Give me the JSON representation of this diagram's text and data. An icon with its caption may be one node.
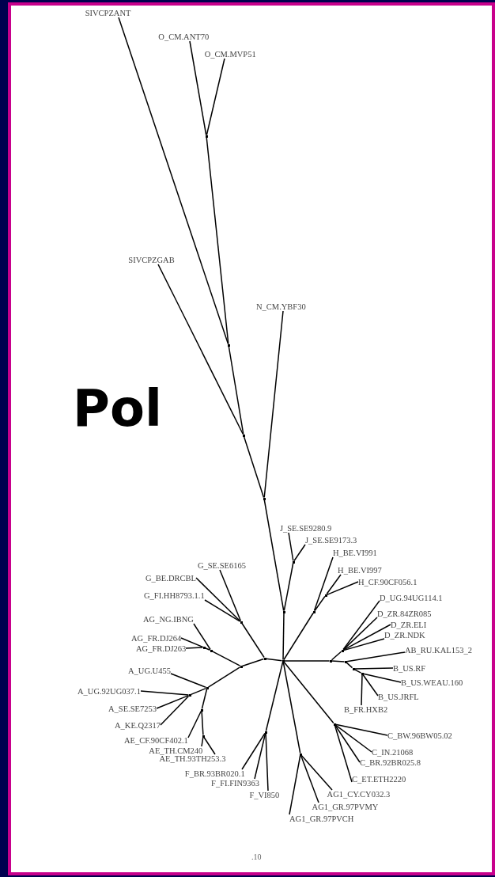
{
  "diagram": {
    "title": "Pol",
    "nodes": [
      {
        "text": [
          "SIVCPZANT"
        ]
      },
      {
        "text": [
          "O_CM.ANT70"
        ]
      },
      {
        "text": [
          "O_CM.MVP51"
        ]
      },
      {
        "text": [
          "SIVCPZGAB"
        ]
      },
      {
        "text": [
          "N_CM.YBF30"
        ]
      },
      {
        "text": [
          "J_SE.SE9280.9"
        ]
      },
      {
        "text": [
          "J_SE.SE9173.3"
        ]
      },
      {
        "text": [
          "H_BE.VI991"
        ]
      },
      {
        "text": [
          "G_SE.SE6165"
        ]
      },
      {
        "text": [
          "H_BE.VI997"
        ]
      },
      {
        "text": [
          "H_CF.90CF056.1"
        ]
      },
      {
        "text": [
          "G_BE.DRCBL"
        ]
      },
      {
        "text": [
          "G_FI.HH8793.1.1"
        ]
      },
      {
        "text": [
          "D_UG.94UG114.1"
        ]
      },
      {
        "text": [
          "D_ZR.84ZR085"
        ]
      },
      {
        "text": [
          "AG_NG.IBNG"
        ]
      },
      {
        "text": [
          "D_ZR.ELI"
        ]
      },
      {
        "text": [
          "AG_FR.DJ264"
        ]
      },
      {
        "text": [
          "D_ZR.NDK"
        ]
      },
      {
        "text": [
          "AG_FR.DJ263"
        ]
      },
      {
        "text": [
          "AB_RU.KAL153_2"
        ]
      },
      {
        "text": [
          "A_UG.U455"
        ]
      },
      {
        "text": [
          "B_US.RF"
        ]
      },
      {
        "text": [
          "B_US.WEAU.160"
        ]
      },
      {
        "text": [
          "A_UG.92UG037.1"
        ]
      },
      {
        "text": [
          "B_US.JRFL"
        ]
      },
      {
        "text": [
          "A_SE.SE7253"
        ]
      },
      {
        "text": [
          "B_FR.HXB2"
        ]
      },
      {
        "text": [
          "A_KE.Q2317"
        ]
      },
      {
        "text": [
          "C_BW.96BW05.02"
        ]
      },
      {
        "text": [
          "AE_CF.90CF402.1"
        ]
      },
      {
        "text": [
          "AE_TH.CM240"
        ]
      },
      {
        "text": [
          "C_IN.21068"
        ]
      },
      {
        "text": [
          "AE_TH.93TH253.3"
        ]
      },
      {
        "text": [
          "C_BR.92BR025.8"
        ]
      },
      {
        "text": [
          "F_BR.93BR020.1"
        ]
      },
      {
        "text": [
          "F_FI.FIN9363"
        ]
      },
      {
        "text": [
          "C_ET.ETH2220"
        ]
      },
      {
        "text": [
          "AG1_CY.CY032.3"
        ]
      },
      {
        "text": [
          "F_VI850"
        ]
      },
      {
        "text": [
          "AG1_GR.97PVMY"
        ]
      },
      {
        "text": [
          "AG1_GR.97PVCH"
        ]
      },
      {
        "text": [],
        "shape": "point"
      },
      {
        "text": [],
        "shape": "point"
      },
      {
        "text": [],
        "shape": "point"
      },
      {
        "text": [],
        "shape": "point"
      },
      {
        "text": [],
        "shape": "point"
      },
      {
        "text": [],
        "shape": "point"
      },
      {
        "text": [],
        "shape": "point"
      },
      {
        "text": [],
        "shape": "point"
      },
      {
        "text": [],
        "shape": "point"
      },
      {
        "text": [],
        "shape": "point"
      },
      {
        "text": [],
        "shape": "point"
      },
      {
        "text": [],
        "shape": "point"
      },
      {
        "text": [],
        "shape": "point"
      },
      {
        "text": [],
        "shape": "point"
      },
      {
        "text": [],
        "shape": "point"
      },
      {
        "text": [],
        "shape": "point"
      },
      {
        "text": [],
        "shape": "point"
      },
      {
        "text": [],
        "shape": "point"
      },
      {
        "text": [],
        "shape": "point"
      },
      {
        "text": [],
        "shape": "point"
      },
      {
        "text": [],
        "shape": "point"
      },
      {
        "text": [],
        "shape": "point"
      },
      {
        "text": [],
        "shape": "point"
      },
      {
        "text": [],
        "shape": "point"
      },
      {
        "text": [],
        "shape": "point"
      },
      {
        "text": [],
        "shape": "point"
      }
    ],
    "edges": [
      {
        "from": 42,
        "to": 1,
        "arrow": "none"
      },
      {
        "from": 42,
        "to": 2,
        "arrow": "none"
      },
      {
        "from": 43,
        "to": 0,
        "arrow": "none"
      },
      {
        "from": 43,
        "to": 42,
        "arrow": "none"
      },
      {
        "from": 44,
        "to": 43,
        "arrow": "none"
      },
      {
        "from": 44,
        "to": 3,
        "arrow": "none"
      },
      {
        "from": 45,
        "to": 44,
        "arrow": "none"
      },
      {
        "from": 45,
        "to": 4,
        "arrow": "none"
      },
      {
        "from": 47,
        "to": 45,
        "arrow": "none"
      },
      {
        "from": 46,
        "to": 5,
        "arrow": "none"
      },
      {
        "from": 46,
        "to": 6,
        "arrow": "none"
      },
      {
        "from": 47,
        "to": 46,
        "arrow": "none"
      },
      {
        "from": 51,
        "to": 47,
        "arrow": "none"
      },
      {
        "from": 51,
        "to": 48,
        "arrow": "none"
      },
      {
        "from": 48,
        "to": 7,
        "arrow": "none"
      },
      {
        "from": 48,
        "to": 49,
        "arrow": "none"
      },
      {
        "from": 49,
        "to": 9,
        "arrow": "none"
      },
      {
        "from": 49,
        "to": 10,
        "arrow": "none"
      },
      {
        "from": 51,
        "to": 52,
        "arrow": "none"
      },
      {
        "from": 52,
        "to": 50,
        "arrow": "none"
      },
      {
        "from": 50,
        "to": 8,
        "arrow": "none"
      },
      {
        "from": 50,
        "to": 11,
        "arrow": "none"
      },
      {
        "from": 50,
        "to": 12,
        "arrow": "none"
      },
      {
        "from": 52,
        "to": 53,
        "arrow": "none"
      },
      {
        "from": 53,
        "to": 54,
        "arrow": "none"
      },
      {
        "from": 54,
        "to": 15,
        "arrow": "none"
      },
      {
        "from": 54,
        "to": 55,
        "arrow": "none"
      },
      {
        "from": 55,
        "to": 17,
        "arrow": "none"
      },
      {
        "from": 55,
        "to": 19,
        "arrow": "none"
      },
      {
        "from": 53,
        "to": 61,
        "arrow": "none"
      },
      {
        "from": 61,
        "to": 21,
        "arrow": "none"
      },
      {
        "from": 61,
        "to": 62,
        "arrow": "none"
      },
      {
        "from": 62,
        "to": 24,
        "arrow": "none"
      },
      {
        "from": 62,
        "to": 26,
        "arrow": "none"
      },
      {
        "from": 62,
        "to": 28,
        "arrow": "none"
      },
      {
        "from": 61,
        "to": 63,
        "arrow": "none"
      },
      {
        "from": 63,
        "to": 30,
        "arrow": "none"
      },
      {
        "from": 63,
        "to": 64,
        "arrow": "none"
      },
      {
        "from": 64,
        "to": 31,
        "arrow": "none"
      },
      {
        "from": 64,
        "to": 33,
        "arrow": "none"
      },
      {
        "from": 51,
        "to": 56,
        "arrow": "none"
      },
      {
        "from": 56,
        "to": 57,
        "arrow": "none"
      },
      {
        "from": 57,
        "to": 13,
        "arrow": "none"
      },
      {
        "from": 57,
        "to": 14,
        "arrow": "none"
      },
      {
        "from": 57,
        "to": 16,
        "arrow": "none"
      },
      {
        "from": 57,
        "to": 18,
        "arrow": "none"
      },
      {
        "from": 56,
        "to": 58,
        "arrow": "none"
      },
      {
        "from": 58,
        "to": 20,
        "arrow": "none"
      },
      {
        "from": 58,
        "to": 59,
        "arrow": "none"
      },
      {
        "from": 59,
        "to": 22,
        "arrow": "none"
      },
      {
        "from": 59,
        "to": 60,
        "arrow": "none"
      },
      {
        "from": 60,
        "to": 23,
        "arrow": "none"
      },
      {
        "from": 60,
        "to": 25,
        "arrow": "none"
      },
      {
        "from": 60,
        "to": 27,
        "arrow": "none"
      },
      {
        "from": 51,
        "to": 67,
        "arrow": "none"
      },
      {
        "from": 67,
        "to": 29,
        "arrow": "none"
      },
      {
        "from": 67,
        "to": 32,
        "arrow": "none"
      },
      {
        "from": 67,
        "to": 34,
        "arrow": "none"
      },
      {
        "from": 67,
        "to": 37,
        "arrow": "none"
      },
      {
        "from": 51,
        "to": 66,
        "arrow": "none"
      },
      {
        "from": 66,
        "to": 38,
        "arrow": "none"
      },
      {
        "from": 66,
        "to": 40,
        "arrow": "none"
      },
      {
        "from": 66,
        "to": 41,
        "arrow": "none"
      },
      {
        "from": 51,
        "to": 65,
        "arrow": "none"
      },
      {
        "from": 65,
        "to": 35,
        "arrow": "none"
      },
      {
        "from": 65,
        "to": 36,
        "arrow": "none"
      },
      {
        "from": 65,
        "to": 39,
        "arrow": "none"
      }
    ],
    "labels": [
      ".10"
    ]
  }
}
